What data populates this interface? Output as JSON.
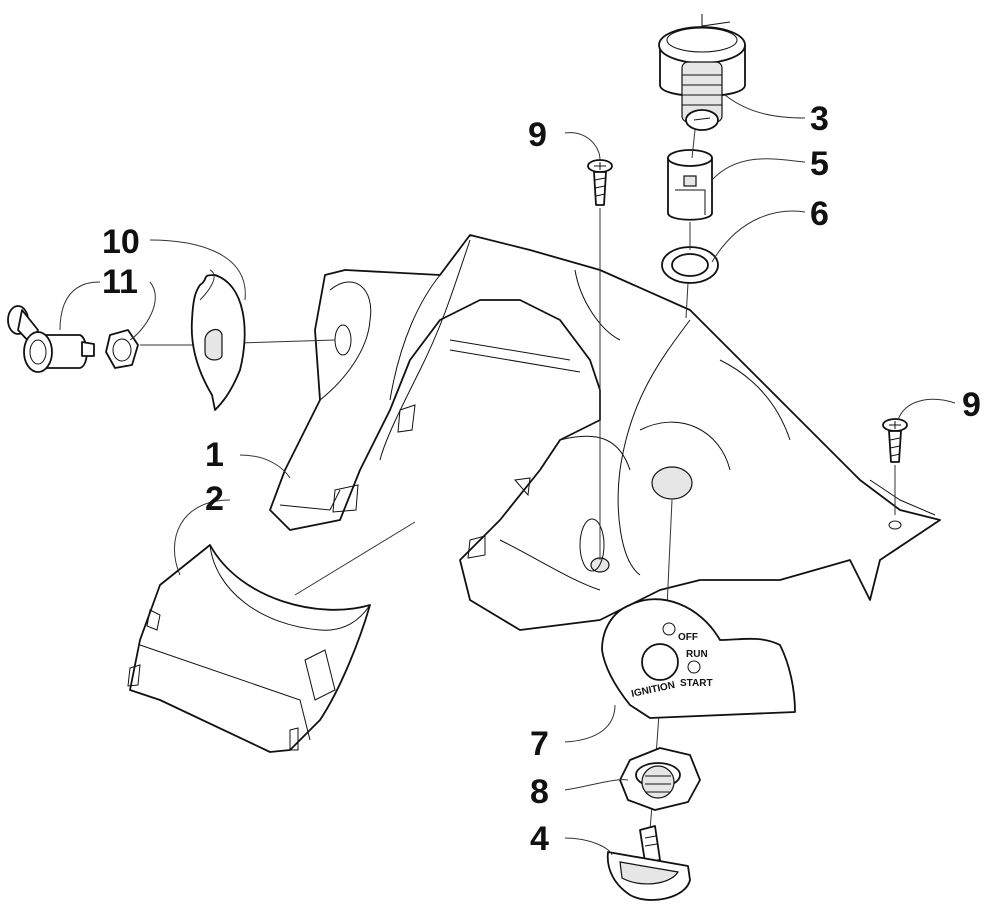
{
  "diagram": {
    "callouts": [
      {
        "id": "1",
        "label": "1"
      },
      {
        "id": "2",
        "label": "2"
      },
      {
        "id": "3",
        "label": "3"
      },
      {
        "id": "4",
        "label": "4"
      },
      {
        "id": "5",
        "label": "5"
      },
      {
        "id": "6",
        "label": "6"
      },
      {
        "id": "7",
        "label": "7"
      },
      {
        "id": "8",
        "label": "8"
      },
      {
        "id": "9a",
        "label": "9"
      },
      {
        "id": "9b",
        "label": "9"
      },
      {
        "id": "10",
        "label": "10"
      },
      {
        "id": "11",
        "label": "11"
      }
    ],
    "ignition_plate": {
      "off": "OFF",
      "run": "RUN",
      "start": "START",
      "ignition": "IGNITION"
    }
  }
}
